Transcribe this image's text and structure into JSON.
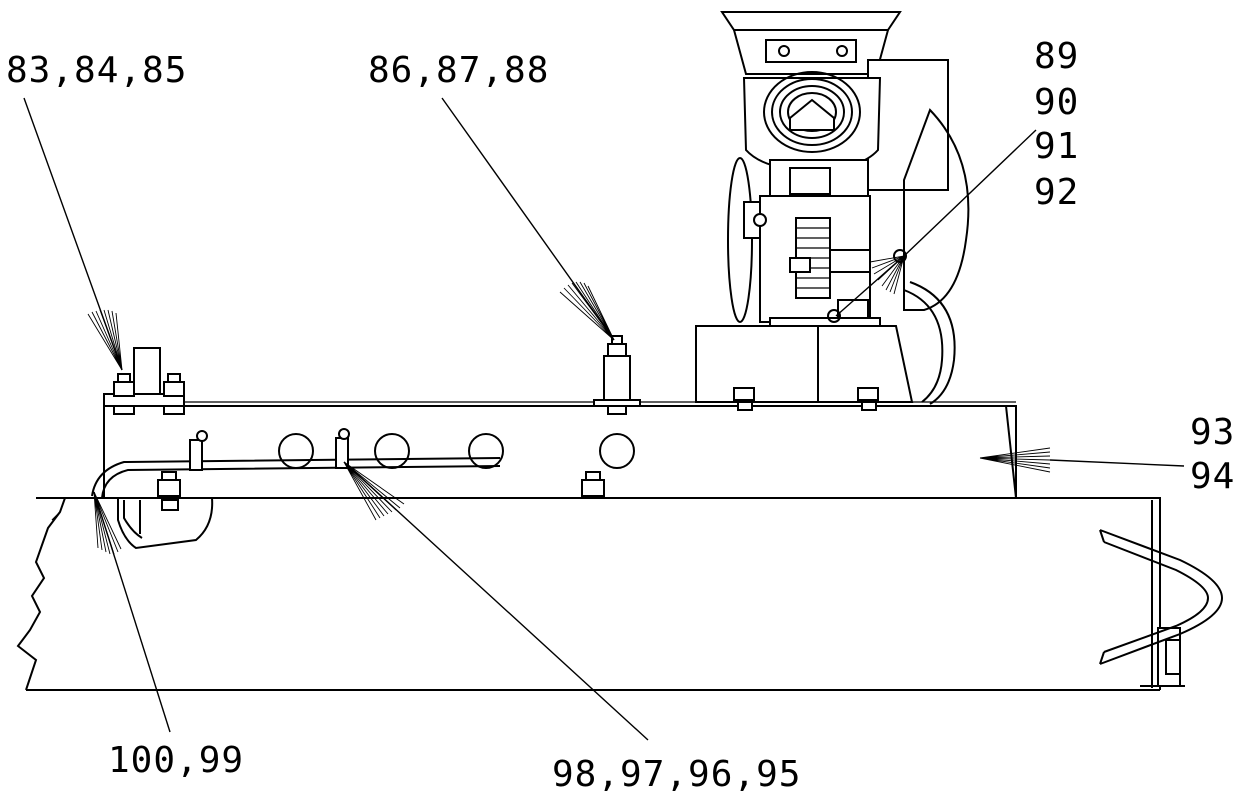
{
  "diagram": {
    "callouts": [
      {
        "id": "c1",
        "text": "83,84,85"
      },
      {
        "id": "c2",
        "text": "86,87,88"
      },
      {
        "id": "c3",
        "text": "89"
      },
      {
        "id": "c4",
        "text": "90"
      },
      {
        "id": "c5",
        "text": "91"
      },
      {
        "id": "c6",
        "text": "92"
      },
      {
        "id": "c7",
        "text": "93"
      },
      {
        "id": "c8",
        "text": "94"
      },
      {
        "id": "c9",
        "text": "100,99"
      },
      {
        "id": "c10",
        "text": "98,97,96,95"
      }
    ]
  }
}
